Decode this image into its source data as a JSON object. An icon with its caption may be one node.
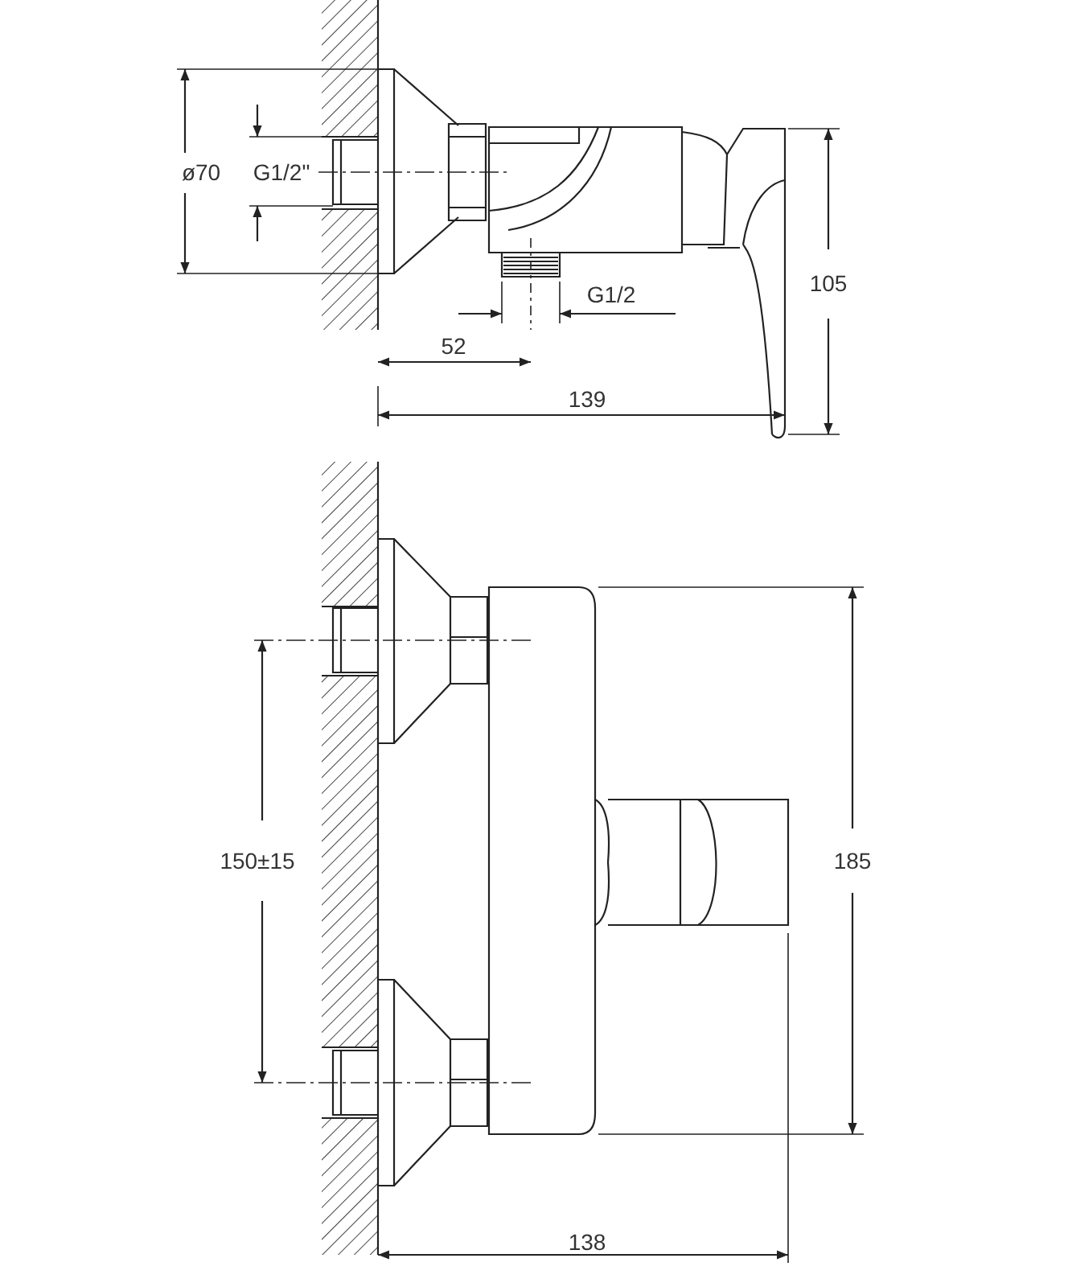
{
  "diagram": {
    "labels": [
      "ø70",
      "G1/2\"",
      "105",
      "G1/2",
      "52",
      "139",
      "150±15",
      "185",
      "138"
    ]
  }
}
